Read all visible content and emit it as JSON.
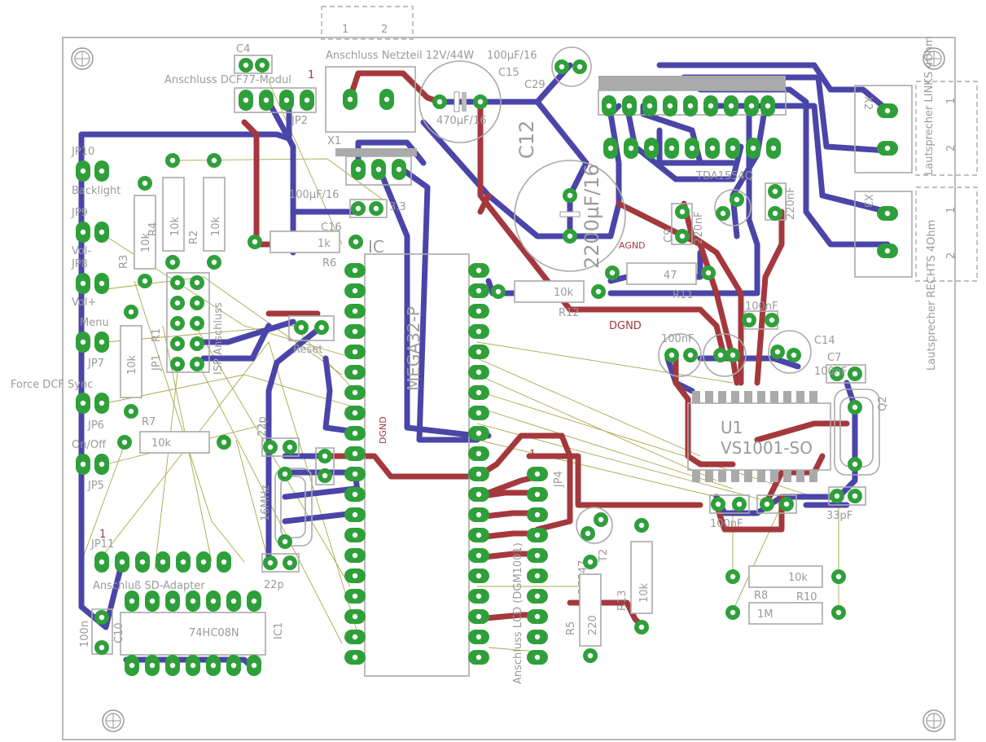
{
  "board": {
    "labels": {
      "x1": "X1",
      "x1_title": "Anschluss Netzteil 12V/44W",
      "x1_pin1": "1",
      "x1_pin2": "2",
      "c4": "C4",
      "anschluss_dcf": "Anschluss DCF77-Modul",
      "jp2": "JP2",
      "pin1_marker": "1",
      "c15_value": "100µF/16",
      "c15": "C15",
      "c29": "C29",
      "c470": "470µF/16",
      "c12": "C12",
      "c12_value": "2200µF/16",
      "vreg": "3.3",
      "c_100uf16": "100µF/16",
      "c16": "C16",
      "r6_value": "1k",
      "r6": "R6",
      "ic_main": "IC",
      "mega": "MEGA32-P",
      "dgnd1": "DGND",
      "dgnd2": "DGND",
      "agnd": "AGND",
      "r12_value": "10k",
      "r12": "R12",
      "r11_value": "47",
      "r11": "R11",
      "c9": "C9",
      "c9_value": "220nF",
      "c_220nf": "220nF",
      "tda": "TDA1554Q",
      "lautsprecher_links": "Lautsprecher LINKS 4Ohm",
      "lautsprecher_rechts": "Lautsprecher RECHTS 4Ohm",
      "x2": "X2",
      "x3": "X3",
      "lp_pin1a": "1",
      "lp_pin2a": "2",
      "lp_pin1b": "1",
      "lp_pin2b": "2",
      "c14": "C14",
      "c_100nf_a": "100nF",
      "c_100nf_b": "100nF",
      "c7": "C7",
      "c7_value": "100nF",
      "u1": "U1",
      "u1_chip": "VS1001-SO",
      "q2": "Q2",
      "c_33pf": "33pF",
      "c_100nf_c": "100nF",
      "r8": "R8",
      "r8_value": "10k",
      "r10": "R10",
      "r10_value": "1M",
      "jp10": "JP10",
      "backlight": "Backlight",
      "jp9": "JP9",
      "vol_minus": "Vol-",
      "jp8": "JP8",
      "vol_plus": "Vol+",
      "menu": "Menu",
      "jp7": "JP7",
      "force_dcf": "Force DCF Sync",
      "jp6": "JP6",
      "onoff": "On/Off",
      "jp5": "JP5",
      "r3": "R3",
      "r4": "R4",
      "r2": "R2",
      "r_10k_a": "10k",
      "r_10k_b": "10k",
      "r_10k_c": "10k",
      "r1": "R1",
      "jp1": "JP1",
      "r1_value": "10k",
      "isp": "ISP Anschluss",
      "reset": "Reset",
      "r7": "R7",
      "r7_value": "10k",
      "quartz": "16MHz",
      "c_22p_a": "22p",
      "c_22p_b": "22p",
      "jp11": "JP11",
      "pin1_marker_b": "1",
      "sd_adapter": "Anschluß SD-Adapter",
      "c10": "C10",
      "c10_value": "100n",
      "ic1": "IC1",
      "ic1_chip": "74HC08N",
      "jp4": "JP4",
      "pin1_marker_c": "1",
      "lcd": "Anschluss LCD (DGM1001)",
      "q1": "T2",
      "bc": "BC547",
      "r13": "R13",
      "r13_value": "10k",
      "r5": "R5",
      "r5_value": "220"
    }
  }
}
